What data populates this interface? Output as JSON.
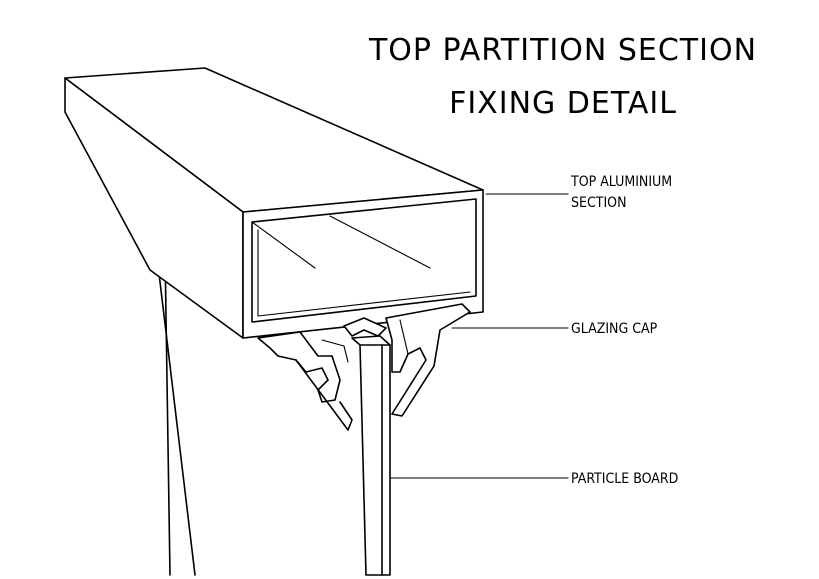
{
  "title": {
    "line1": "TOP PARTITION SECTION",
    "line2": "FIXING DETAIL"
  },
  "labels": {
    "top_aluminium_line1": "TOP ALUMINIUM",
    "top_aluminium_line2": "SECTION",
    "glazing_cap": "GLAZING CAP",
    "particle_board": "PARTICLE BOARD"
  }
}
